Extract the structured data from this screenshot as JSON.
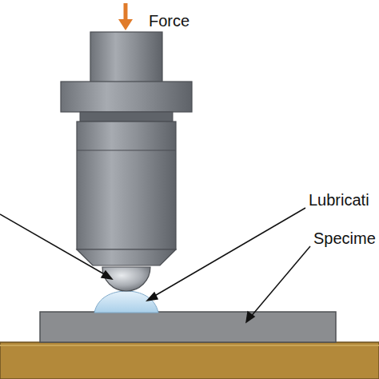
{
  "diagram": {
    "labels": [
      "Force",
      "Lubricati",
      "Specime"
    ]
  }
}
